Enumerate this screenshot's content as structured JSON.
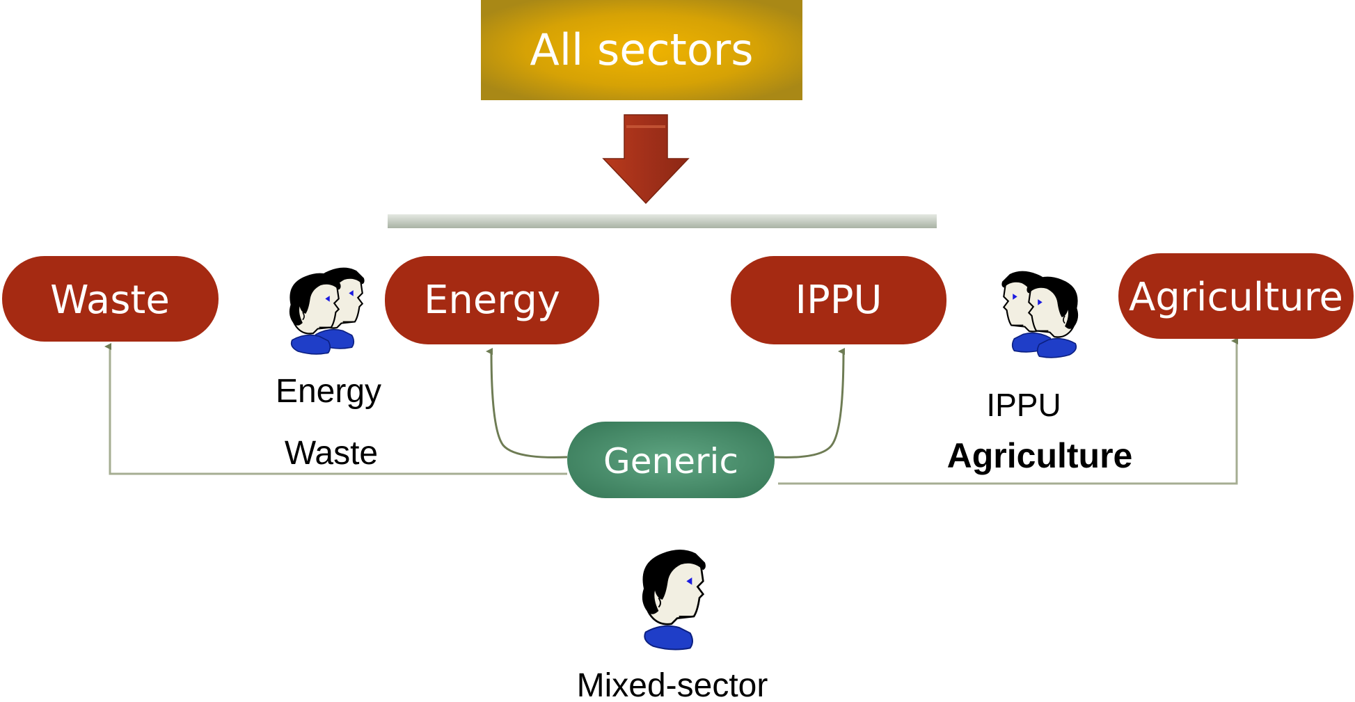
{
  "title_box": {
    "label": "All sectors",
    "color_center": "#e8ac00",
    "color_edge": "#b08a10"
  },
  "sectors": {
    "waste": "Waste",
    "energy": "Energy",
    "ippu": "IPPU",
    "agriculture": "Agriculture"
  },
  "generic": {
    "label": "Generic"
  },
  "captions": {
    "left_line1": "Energy",
    "left_line2": "Waste",
    "right_line1": "IPPU",
    "right_line2": "Agriculture",
    "bottom": "Mixed-sector"
  },
  "colors": {
    "sector_fill": "#a52a12",
    "generic_fill": "#4e9070",
    "down_arrow": "#a83218",
    "connector": "#8f9a78",
    "bar": "#c8cfc4"
  },
  "icons": {
    "left": "two-heads-icon",
    "right": "two-heads-icon",
    "bottom": "head-icon"
  }
}
